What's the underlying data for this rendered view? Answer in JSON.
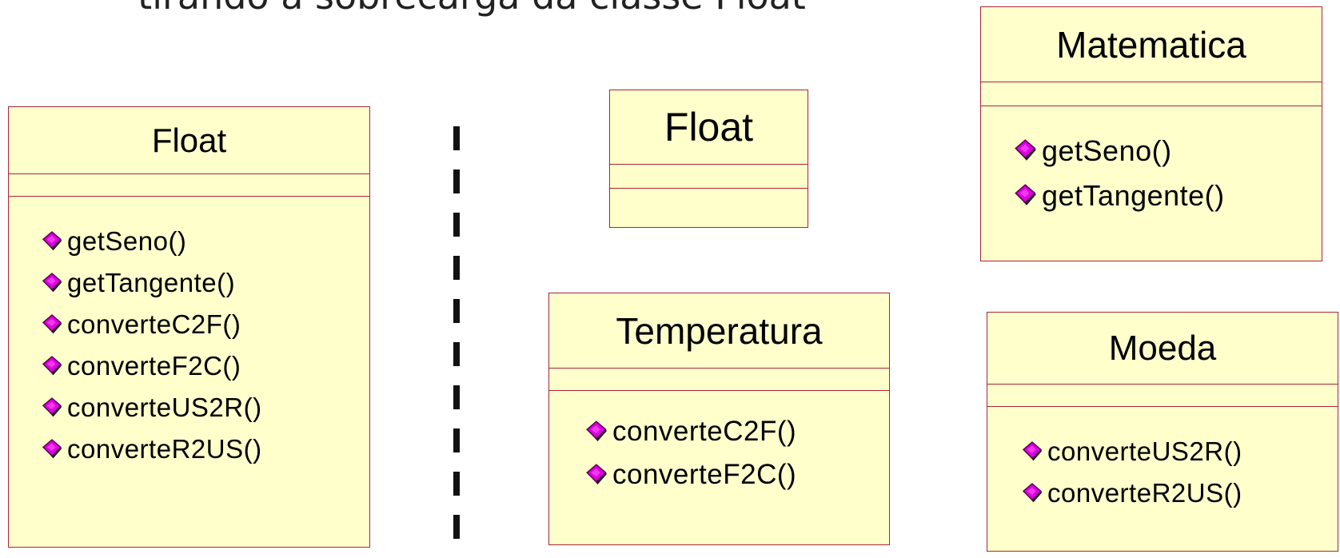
{
  "title": "tirando a sobrecarga da classe Float",
  "colors": {
    "fill": "#ffffcc",
    "border": "#a8263a",
    "op_icon": "#e000e0"
  },
  "op_icon_name": "operation-diamond-icon",
  "classes": [
    {
      "name": "Float",
      "operations": [
        "getSeno()",
        "getTangente()",
        "converteC2F()",
        "converteF2C()",
        "converteUS2R()",
        "converteR2US()"
      ]
    },
    {
      "name": "Float",
      "operations": []
    },
    {
      "name": "Temperatura",
      "operations": [
        "converteC2F()",
        "converteF2C()"
      ]
    },
    {
      "name": "Matematica",
      "operations": [
        "getSeno()",
        "getTangente()"
      ]
    },
    {
      "name": "Moeda",
      "operations": [
        "converteUS2R()",
        "converteR2US()"
      ]
    }
  ]
}
